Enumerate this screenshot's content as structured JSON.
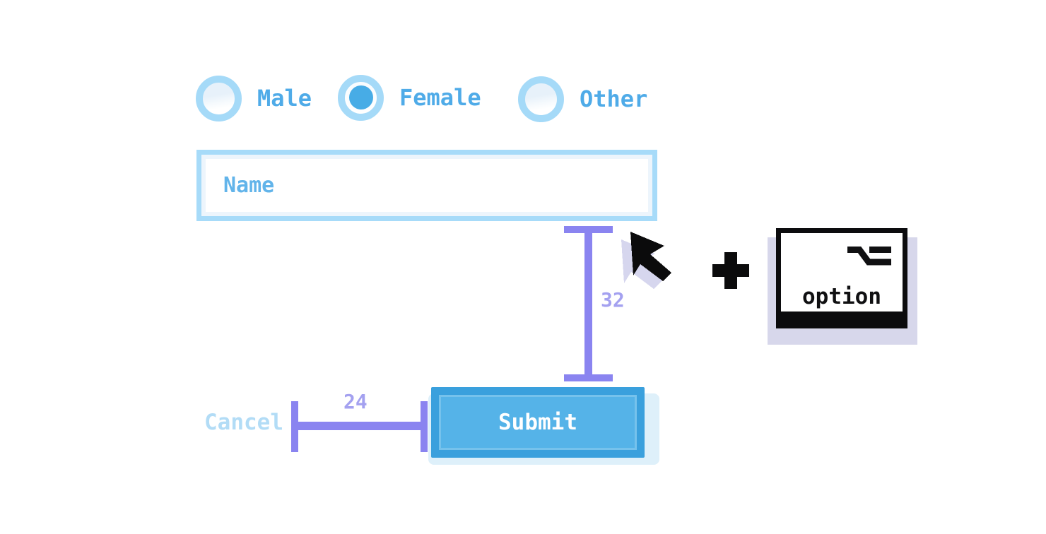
{
  "radio_group": {
    "options": [
      {
        "label": "Male",
        "selected": false
      },
      {
        "label": "Female",
        "selected": true
      },
      {
        "label": "Other",
        "selected": false
      }
    ]
  },
  "name_field": {
    "placeholder": "Name"
  },
  "measurements": {
    "vertical": {
      "value": "32"
    },
    "horizontal": {
      "value": "24"
    }
  },
  "cancel_button": {
    "label": "Cancel"
  },
  "submit_button": {
    "label": "Submit"
  },
  "annotation": {
    "plus_sign": "+",
    "key_label": "option",
    "icons": [
      "cursor-icon",
      "plus-icon",
      "option-modifier-icon",
      "option-key-icon"
    ]
  },
  "colors": {
    "accent_blue": "#4fabe8",
    "radio_ring": "#a5daf8",
    "radio_dot": "#47ace6",
    "input_border": "#a7dbf9",
    "input_padding_bg": "#edf5fc",
    "placeholder_text": "#62b4ea",
    "ruler_purple": "#8a84f0",
    "ruler_label_purple": "#a4a1f0",
    "cancel_text": "#b2dcf6",
    "submit_fill": "#55b3e8",
    "submit_border": "#3aa0dd",
    "submit_shadow": "#def0fa",
    "key_shadow": "#d7d7eb",
    "cursor_shadow": "#d6d6ee",
    "ink_black": "#0c0c0e"
  }
}
